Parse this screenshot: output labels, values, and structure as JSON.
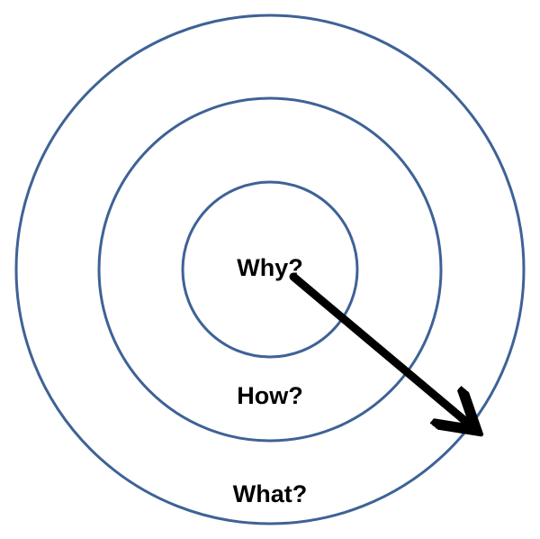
{
  "diagram": {
    "labels": {
      "inner": "Why?",
      "middle": "How?",
      "outer": "What?"
    },
    "colors": {
      "ring": "#3e6296",
      "arrow": "#000000",
      "text": "#000000",
      "background": "#ffffff"
    }
  }
}
